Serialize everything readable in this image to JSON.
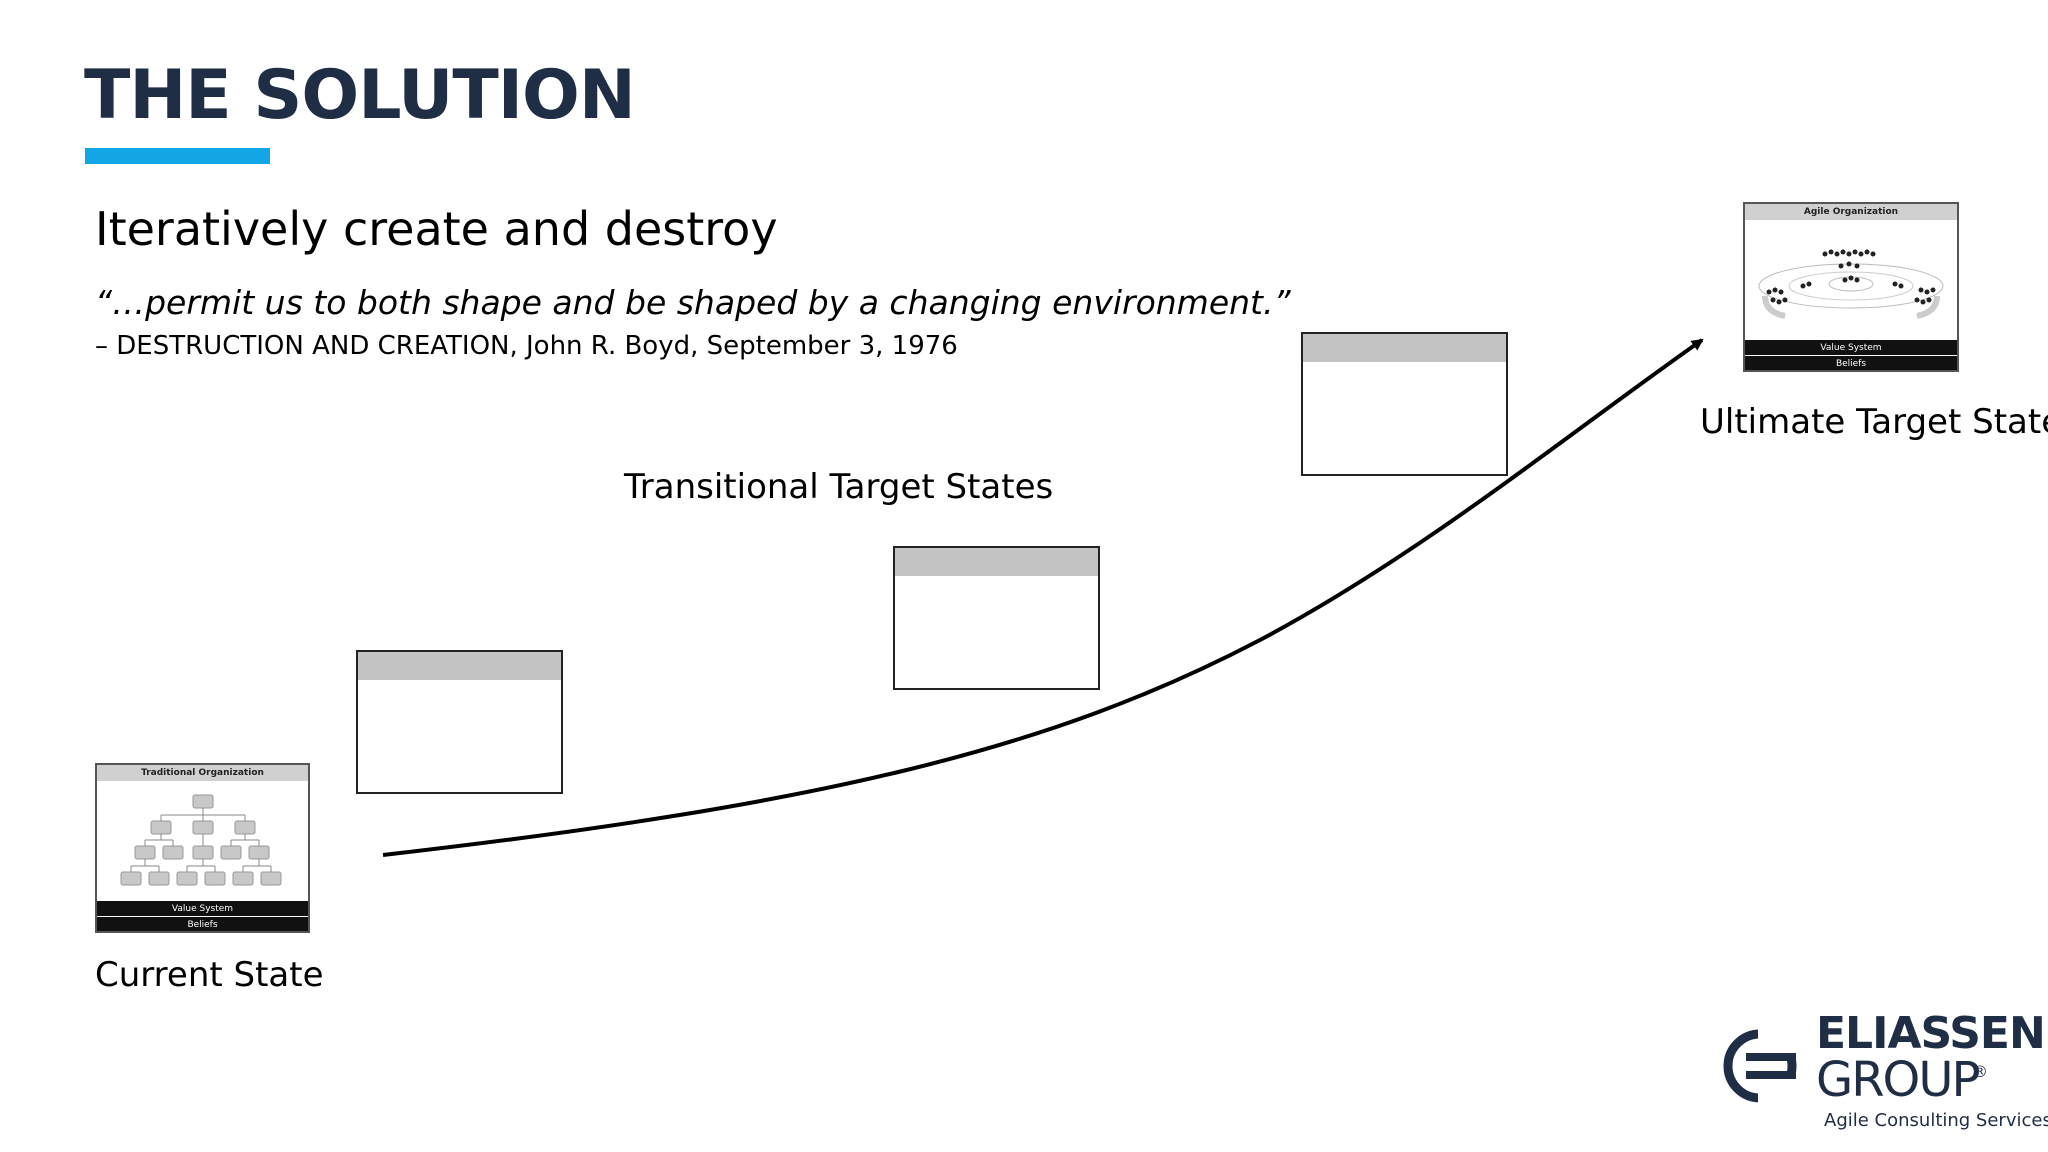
{
  "header": {
    "title": "THE SOLUTION",
    "accent_color": "#13a6e6",
    "title_color": "#1f2d45"
  },
  "intro": {
    "subtitle": "Iteratively create and destroy",
    "quote": "“…permit us to both shape and be shaped by a changing environment.”",
    "citation": "– DESTRUCTION AND CREATION, John R. Boyd, September 3, 1976"
  },
  "diagram": {
    "current_label": "Current State",
    "transitional_label": "Transitional Target States",
    "ultimate_label": "Ultimate Target State",
    "current_thumbnail": {
      "title": "Traditional Organization",
      "band1": "Value System",
      "band2": "Beliefs"
    },
    "ultimate_thumbnail": {
      "title": "Agile Organization",
      "band1": "Value System",
      "band2": "Beliefs"
    },
    "icons": [
      "org-chart-icon",
      "team-people-icon",
      "curved-arrow-icon"
    ]
  },
  "logo": {
    "name": "ELIASSEN",
    "group": "GROUP",
    "registered": "®",
    "tagline": "Agile Consulting Services",
    "color": "#1f2d45"
  }
}
